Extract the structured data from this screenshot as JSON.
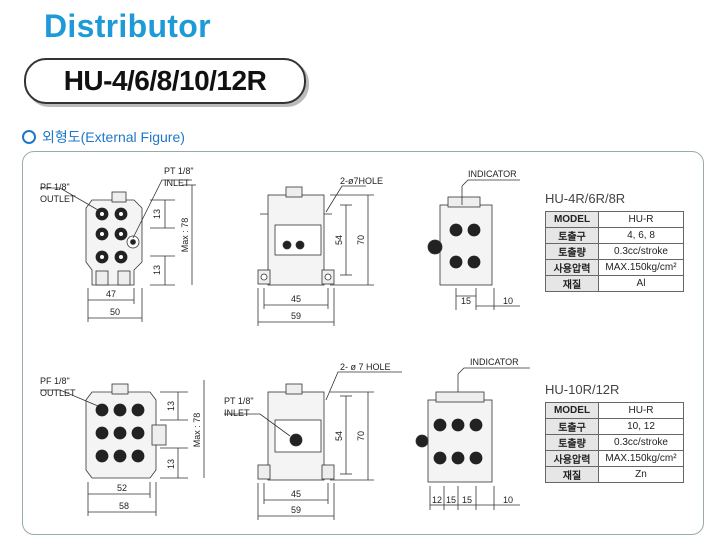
{
  "title": "Distributor",
  "model": "HU-4/6/8/10/12R",
  "section": "외형도(External Figure)",
  "figures": {
    "top": {
      "pf_outlet": [
        "PF 1/8\"",
        "OUTLET"
      ],
      "pt_inlet": [
        "PT 1/8\"",
        "INLET"
      ],
      "dim_13a": "13",
      "dim_13b": "13",
      "dim_max": "Max : 78",
      "dim_47": "47",
      "dim_50": "50",
      "hole": "2-ø7HOLE",
      "dim_54": "54",
      "dim_70": "70",
      "dim_45": "45",
      "dim_59": "59",
      "indicator": "INDICATOR",
      "dim_15": "15",
      "dim_10": "10"
    },
    "bottom": {
      "pf_outlet": [
        "PF 1/8\"",
        "OUTLET"
      ],
      "pt_inlet": [
        "PT 1/8\"",
        "INLET"
      ],
      "dim_13a": "13",
      "dim_13b": "13",
      "dim_max": "Max : 78",
      "dim_52": "52",
      "dim_58": "58",
      "hole": "2- ø 7 HOLE",
      "dim_54": "54",
      "dim_70": "70",
      "dim_45": "45",
      "dim_59": "59",
      "indicator": "INDICATOR",
      "dim_12": "12",
      "dim_15a": "15",
      "dim_15b": "15",
      "dim_10": "10"
    }
  },
  "spec_top": {
    "title": "HU-4R/6R/8R",
    "rows": [
      {
        "k": "MODEL",
        "v": "HU-R"
      },
      {
        "k": "토출구",
        "v": "4, 6, 8"
      },
      {
        "k": "토출량",
        "v": "0.3cc/stroke"
      },
      {
        "k": "사용압력",
        "v": "MAX.150kg/cm²"
      },
      {
        "k": "재질",
        "v": "Al"
      }
    ]
  },
  "spec_bottom": {
    "title": "HU-10R/12R",
    "rows": [
      {
        "k": "MODEL",
        "v": "HU-R"
      },
      {
        "k": "토출구",
        "v": "10, 12"
      },
      {
        "k": "토출량",
        "v": "0.3cc/stroke"
      },
      {
        "k": "사용압력",
        "v": "MAX.150kg/cm²"
      },
      {
        "k": "재질",
        "v": "Zn"
      }
    ]
  }
}
